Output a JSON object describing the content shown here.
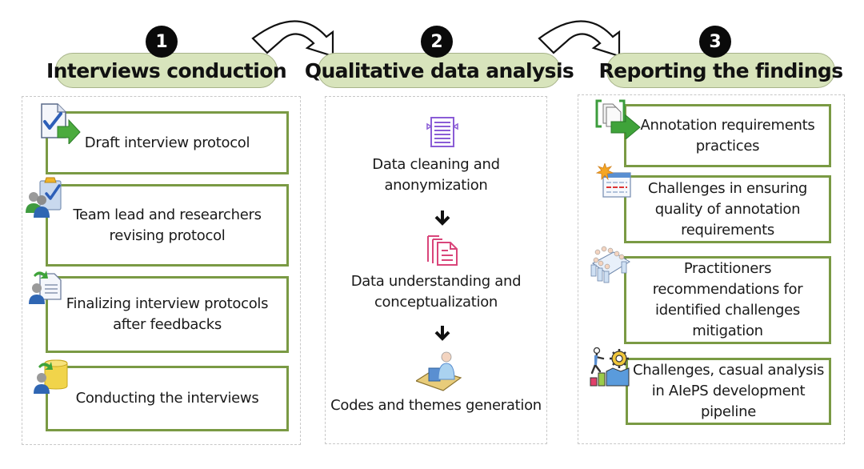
{
  "phases": [
    {
      "number": "1",
      "title": "Interviews conduction",
      "steps": [
        {
          "label": "Draft interview protocol",
          "icon": "checklist-document-arrow-icon"
        },
        {
          "label": "Team lead and researchers\nrevising protocol",
          "icon": "team-clipboard-icon"
        },
        {
          "label": "Finalizing interview protocols\nafter feedbacks",
          "icon": "user-document-icon"
        },
        {
          "label": "Conducting the interviews",
          "icon": "user-database-icon"
        }
      ]
    },
    {
      "number": "2",
      "title": "Qualitative data analysis",
      "steps": [
        {
          "label": "Data cleaning and\nanonymization",
          "icon": "document-lines-icon"
        },
        {
          "label": "Data understanding and\nconceptualization",
          "icon": "stacked-documents-icon"
        },
        {
          "label": "Codes and themes generation",
          "icon": "person-at-computer-icon"
        }
      ]
    },
    {
      "number": "3",
      "title": "Reporting the findings",
      "steps": [
        {
          "label": "Annotation requirements\npractices",
          "icon": "documents-export-icon"
        },
        {
          "label": "Challenges in ensuring\nquality of annotation\nrequirements",
          "icon": "calendar-burst-icon"
        },
        {
          "label": "Practitioners\nrecommendations  for\nidentified challenges\nmitigation",
          "icon": "meeting-table-icon"
        },
        {
          "label": "Challenges, casual analysis\nin AIePS development\npipeline",
          "icon": "person-gear-growth-icon"
        }
      ]
    }
  ],
  "colors": {
    "title_fill": "#d8e4bc",
    "box_border": "#7a9a44",
    "badge": "#0a0a0a",
    "purple_icon": "#8a5cd6",
    "pink_icon": "#d9457a"
  }
}
